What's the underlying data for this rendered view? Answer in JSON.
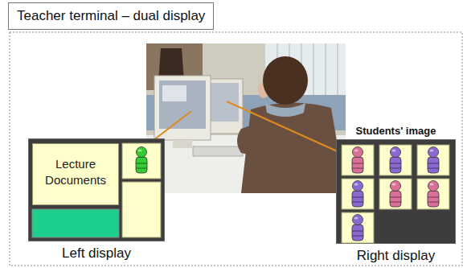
{
  "diagram": {
    "title": "Teacher terminal – dual display",
    "nodes": [
      {
        "text": [
          "Left display"
        ]
      },
      {
        "text": [
          "Lecture Documents"
        ],
        "in": 0
      },
      {
        "text": [
          "Students' image",
          "Right display"
        ]
      }
    ]
  }
}
